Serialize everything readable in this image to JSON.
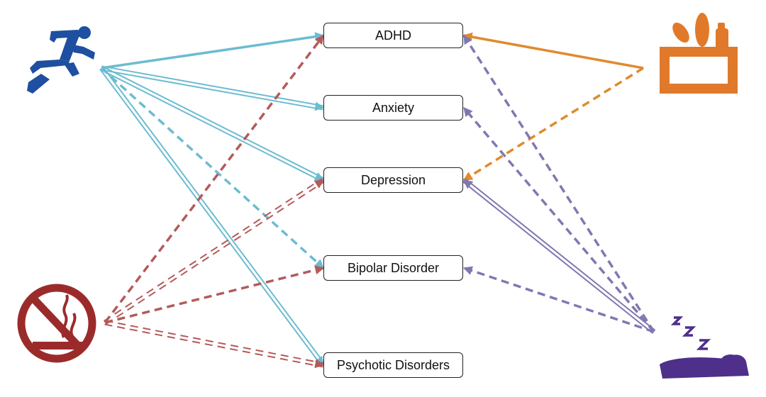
{
  "nodes": {
    "adhd": "ADHD",
    "anxiety": "Anxiety",
    "depression": "Depression",
    "bipolar": "Bipolar Disorder",
    "psychotic": "Psychotic Disorders"
  },
  "icons": {
    "exercise": "running-person-icon",
    "smoking": "no-smoking-icon",
    "diet": "grocery-box-icon",
    "sleep": "sleeping-person-icon"
  },
  "colors": {
    "exercise": "#6cbcd0",
    "smoking": "#b45a5a",
    "diet": "#e08a2e",
    "sleep": "#8078b0",
    "runner_icon": "#1e4fa0",
    "no_smoking_icon": "#9b2b2b",
    "grocery_icon": "#e07a2a",
    "sleep_icon": "#4e2f8a"
  },
  "connections": [
    {
      "from": "exercise",
      "to": "adhd",
      "style": "solid"
    },
    {
      "from": "exercise",
      "to": "anxiety",
      "style": "double"
    },
    {
      "from": "exercise",
      "to": "depression",
      "style": "double"
    },
    {
      "from": "exercise",
      "to": "bipolar",
      "style": "dashed"
    },
    {
      "from": "exercise",
      "to": "psychotic",
      "style": "double"
    },
    {
      "from": "smoking",
      "to": "adhd",
      "style": "dashed"
    },
    {
      "from": "smoking",
      "to": "depression",
      "style": "double-dashed"
    },
    {
      "from": "smoking",
      "to": "bipolar",
      "style": "dashed"
    },
    {
      "from": "smoking",
      "to": "psychotic",
      "style": "double-dashed"
    },
    {
      "from": "diet",
      "to": "adhd",
      "style": "solid"
    },
    {
      "from": "diet",
      "to": "depression",
      "style": "dashed"
    },
    {
      "from": "sleep",
      "to": "adhd",
      "style": "dashed"
    },
    {
      "from": "sleep",
      "to": "anxiety",
      "style": "dashed"
    },
    {
      "from": "sleep",
      "to": "depression",
      "style": "double"
    },
    {
      "from": "sleep",
      "to": "bipolar",
      "style": "dashed"
    }
  ]
}
